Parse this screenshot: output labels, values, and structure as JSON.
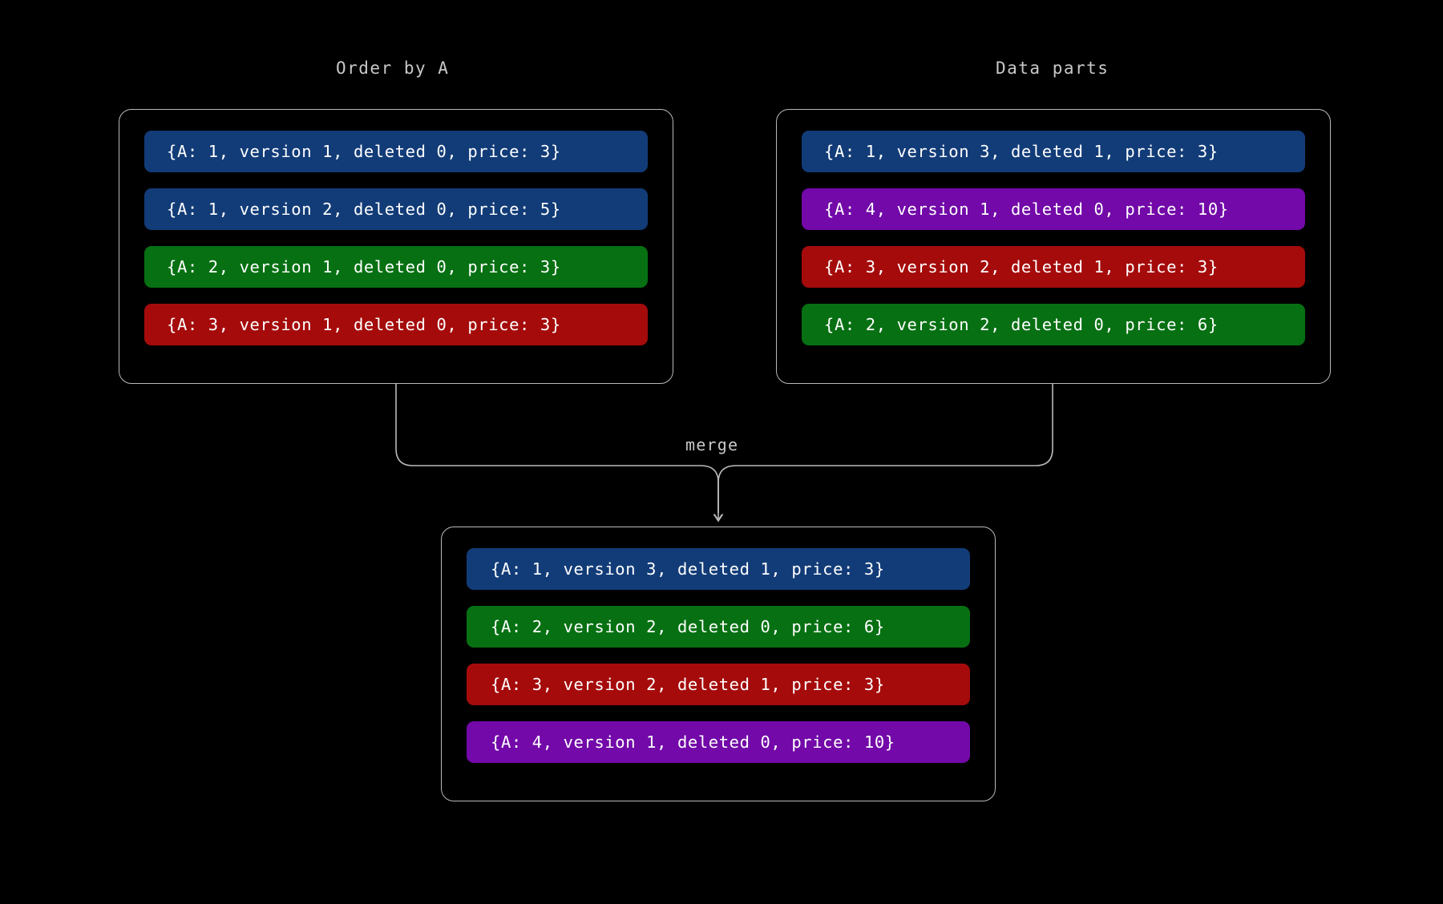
{
  "diagram": {
    "background_color": "#000000",
    "border_color": "#b9b9b9",
    "text_color": "#ffffff",
    "label_color": "#c8c8c8",
    "merge_label": "merge",
    "colors": {
      "blue": "#123c78",
      "green": "#067012",
      "red": "#a50b0b",
      "purple": "#7209a8"
    }
  },
  "panels": {
    "order_by_a": {
      "title": "Order by A",
      "records": [
        {
          "text": "{A: 1, version 1, deleted 0, price: 3}",
          "color": "blue"
        },
        {
          "text": "{A: 1, version 2, deleted 0, price: 5}",
          "color": "blue"
        },
        {
          "text": "{A: 2, version 1, deleted 0, price: 3}",
          "color": "green"
        },
        {
          "text": "{A: 3, version 1, deleted 0, price: 3}",
          "color": "red"
        }
      ]
    },
    "data_parts": {
      "title": "Data parts",
      "records": [
        {
          "text": "{A: 1, version 3, deleted 1, price: 3}",
          "color": "blue"
        },
        {
          "text": "{A: 4, version 1, deleted 0, price: 10}",
          "color": "purple"
        },
        {
          "text": "{A: 3, version 2, deleted 1, price: 3}",
          "color": "red"
        },
        {
          "text": "{A: 2, version 2, deleted 0, price: 6}",
          "color": "green"
        }
      ]
    },
    "merged": {
      "title": "",
      "records": [
        {
          "text": "{A: 1, version 3, deleted 1, price: 3}",
          "color": "blue"
        },
        {
          "text": "{A: 2, version 2, deleted 0, price: 6}",
          "color": "green"
        },
        {
          "text": "{A: 3, version 2, deleted 1, price: 3}",
          "color": "red"
        },
        {
          "text": "{A: 4, version 1, deleted 0, price: 10}",
          "color": "purple"
        }
      ]
    }
  }
}
